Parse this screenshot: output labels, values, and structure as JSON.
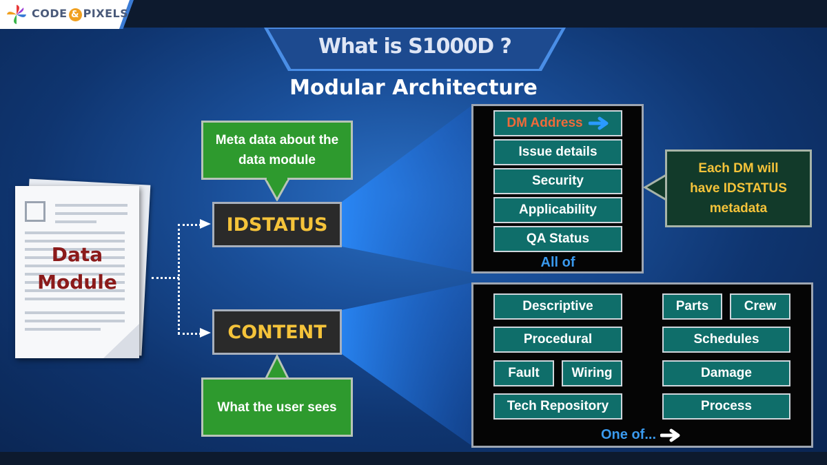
{
  "logo": {
    "part1": "CODE",
    "amp": "&",
    "part2": "PIXELS",
    "colors": [
      "#e83a3a",
      "#f0a020",
      "#3ab54a",
      "#3a7bd5",
      "#9a3ad5"
    ]
  },
  "header": {
    "title": "What is S1000D ?",
    "subtitle": "Modular Architecture"
  },
  "document": {
    "line1": "Data",
    "line2": "Module",
    "icon": "document-icon"
  },
  "nodes": {
    "idstatus": "IDSTATUS",
    "content": "CONTENT"
  },
  "callouts": {
    "meta": "Meta data about the data module",
    "user_sees": "What the user sees",
    "each_dm": "Each DM will have IDSTATUS metadata"
  },
  "idstatus_panel": {
    "items": [
      "DM Address",
      "Issue details",
      "Security",
      "Applicability",
      "QA Status"
    ],
    "footer": "All of",
    "active_color": "#f06a3a",
    "arrow_icon": "arrow-right-icon"
  },
  "content_panel": {
    "items": [
      "Descriptive",
      "Procedural",
      "Fault",
      "Wiring",
      "Tech Repository",
      "Parts",
      "Crew",
      "Schedules",
      "Damage",
      "Process"
    ],
    "footer": "One of...",
    "arrow_icon": "arrow-right-icon"
  },
  "colors": {
    "accent_yellow": "#f5c33a",
    "item_teal": "#0f6e6a",
    "callout_green": "#2e9a2e",
    "doc_title": "#8b1a1a"
  }
}
